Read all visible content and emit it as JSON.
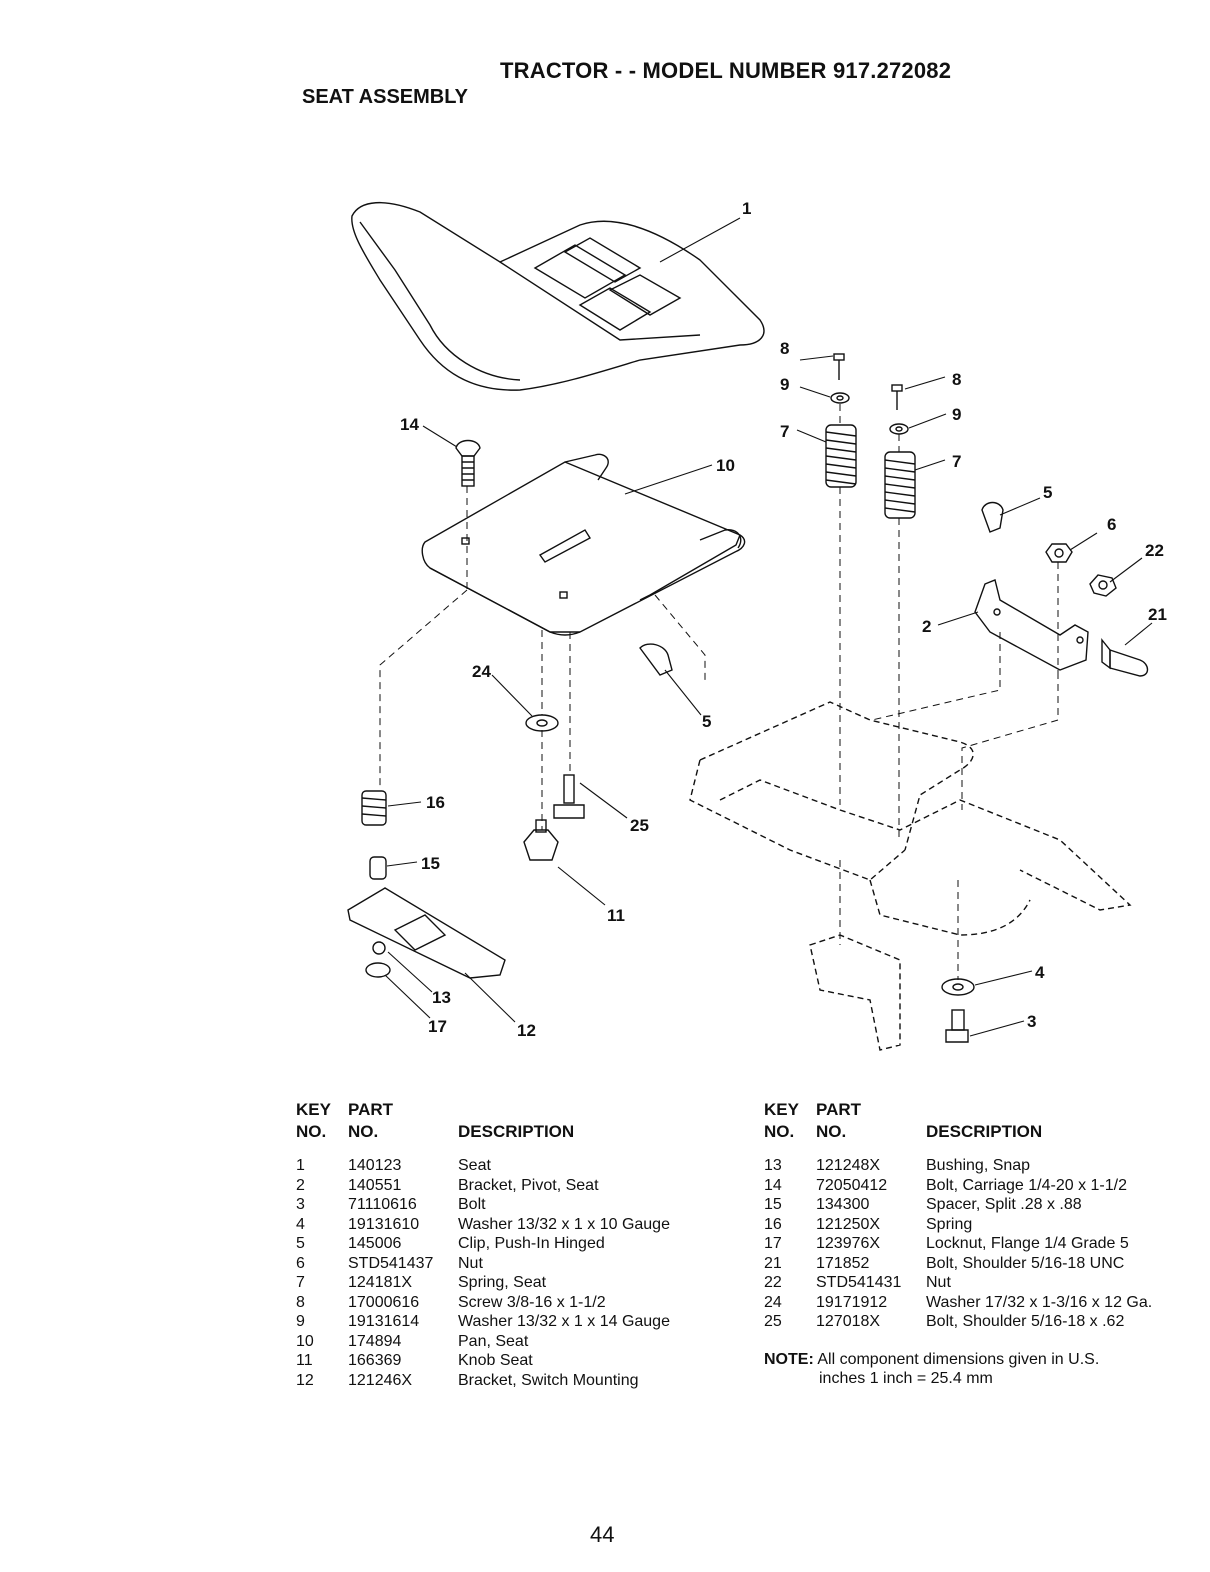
{
  "header": {
    "title": "TRACTOR - - MODEL NUMBER 917.272082",
    "subtitle": "SEAT ASSEMBLY"
  },
  "diagram": {
    "callouts": [
      "1",
      "8",
      "9",
      "8",
      "9",
      "7",
      "7",
      "14",
      "10",
      "5",
      "6",
      "22",
      "2",
      "21",
      "24",
      "5",
      "16",
      "25",
      "15",
      "11",
      "13",
      "17",
      "12",
      "4",
      "3"
    ]
  },
  "table": {
    "headers": {
      "key_no_line1": "KEY",
      "key_no_line2": "NO.",
      "part_no_line1": "PART",
      "part_no_line2": "NO.",
      "description": "DESCRIPTION"
    },
    "left_rows": [
      {
        "key": "1",
        "part": "140123",
        "desc": "Seat"
      },
      {
        "key": "2",
        "part": "140551",
        "desc": "Bracket, Pivot, Seat"
      },
      {
        "key": "3",
        "part": "71110616",
        "desc": "Bolt"
      },
      {
        "key": "4",
        "part": "19131610",
        "desc": "Washer 13/32 x 1 x 10 Gauge"
      },
      {
        "key": "5",
        "part": "145006",
        "desc": "Clip, Push-In Hinged"
      },
      {
        "key": "6",
        "part": "STD541437",
        "desc": "Nut"
      },
      {
        "key": "7",
        "part": "124181X",
        "desc": "Spring, Seat"
      },
      {
        "key": "8",
        "part": "17000616",
        "desc": "Screw 3/8-16 x 1-1/2"
      },
      {
        "key": "9",
        "part": "19131614",
        "desc": "Washer 13/32 x 1 x 14 Gauge"
      },
      {
        "key": "10",
        "part": "174894",
        "desc": "Pan, Seat"
      },
      {
        "key": "11",
        "part": "166369",
        "desc": "Knob Seat"
      },
      {
        "key": "12",
        "part": "121246X",
        "desc": "Bracket, Switch Mounting"
      }
    ],
    "right_rows": [
      {
        "key": "13",
        "part": "121248X",
        "desc": "Bushing, Snap"
      },
      {
        "key": "14",
        "part": "72050412",
        "desc": "Bolt, Carriage 1/4-20 x 1-1/2"
      },
      {
        "key": "15",
        "part": "134300",
        "desc": "Spacer, Split .28 x .88"
      },
      {
        "key": "16",
        "part": "121250X",
        "desc": "Spring"
      },
      {
        "key": "17",
        "part": "123976X",
        "desc": "Locknut, Flange 1/4 Grade 5"
      },
      {
        "key": "21",
        "part": "171852",
        "desc": "Bolt, Shoulder 5/16-18 UNC"
      },
      {
        "key": "22",
        "part": "STD541431",
        "desc": "Nut"
      },
      {
        "key": "24",
        "part": "19171912",
        "desc": "Washer 17/32 x 1-3/16 x 12 Ga."
      },
      {
        "key": "25",
        "part": "127018X",
        "desc": "Bolt, Shoulder 5/16-18 x .62"
      }
    ]
  },
  "note": {
    "label": "NOTE:",
    "line1": "All component dimensions given in U.S.",
    "line2": "inches 1 inch = 25.4 mm"
  },
  "footer": {
    "page_number": "44"
  }
}
